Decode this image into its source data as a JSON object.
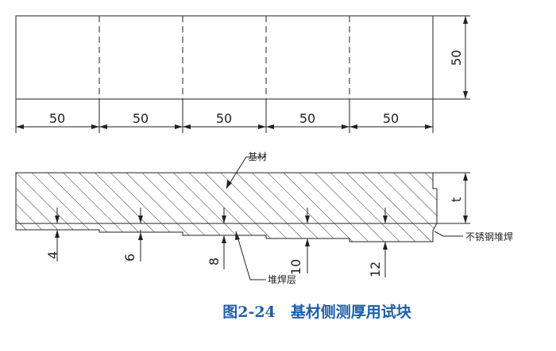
{
  "top_view": {
    "segment_widths": [
      "50",
      "50",
      "50",
      "50",
      "50"
    ],
    "height": "50"
  },
  "section_view": {
    "thickness_label": "t",
    "layer_thicknesses": [
      "4",
      "6",
      "8",
      "10",
      "12"
    ],
    "base_label": "基材",
    "overlay_label": "堆焊层",
    "weld_label": "不锈钢堆焊"
  },
  "caption": "图2-24　基材侧测厚用试块",
  "colors": {
    "line": "#222222",
    "caption": "#1f5fa8"
  }
}
